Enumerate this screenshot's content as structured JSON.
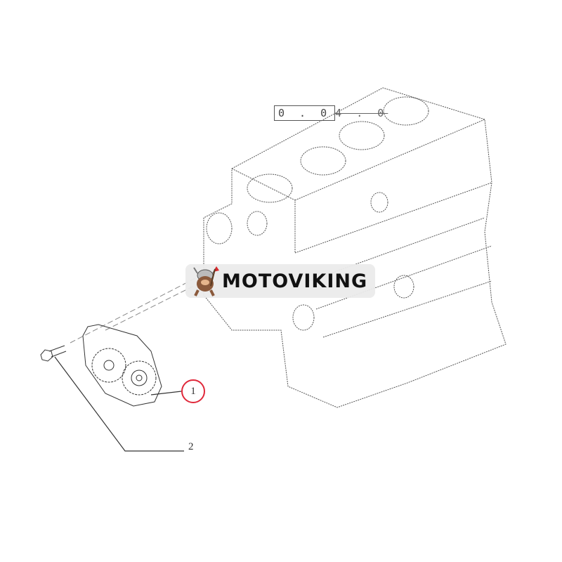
{
  "diagram": {
    "reference_code": {
      "boxed": "0 . 0",
      "tail": "4 . 0"
    },
    "callouts": [
      {
        "number": "1",
        "part": "oil-pump",
        "highlight_color": "#e0283a"
      },
      {
        "number": "2",
        "part": "bolt"
      }
    ],
    "components": [
      "engine-block",
      "oil-pump",
      "bolt"
    ]
  },
  "watermark": {
    "brand": "MOTOVIKING"
  }
}
